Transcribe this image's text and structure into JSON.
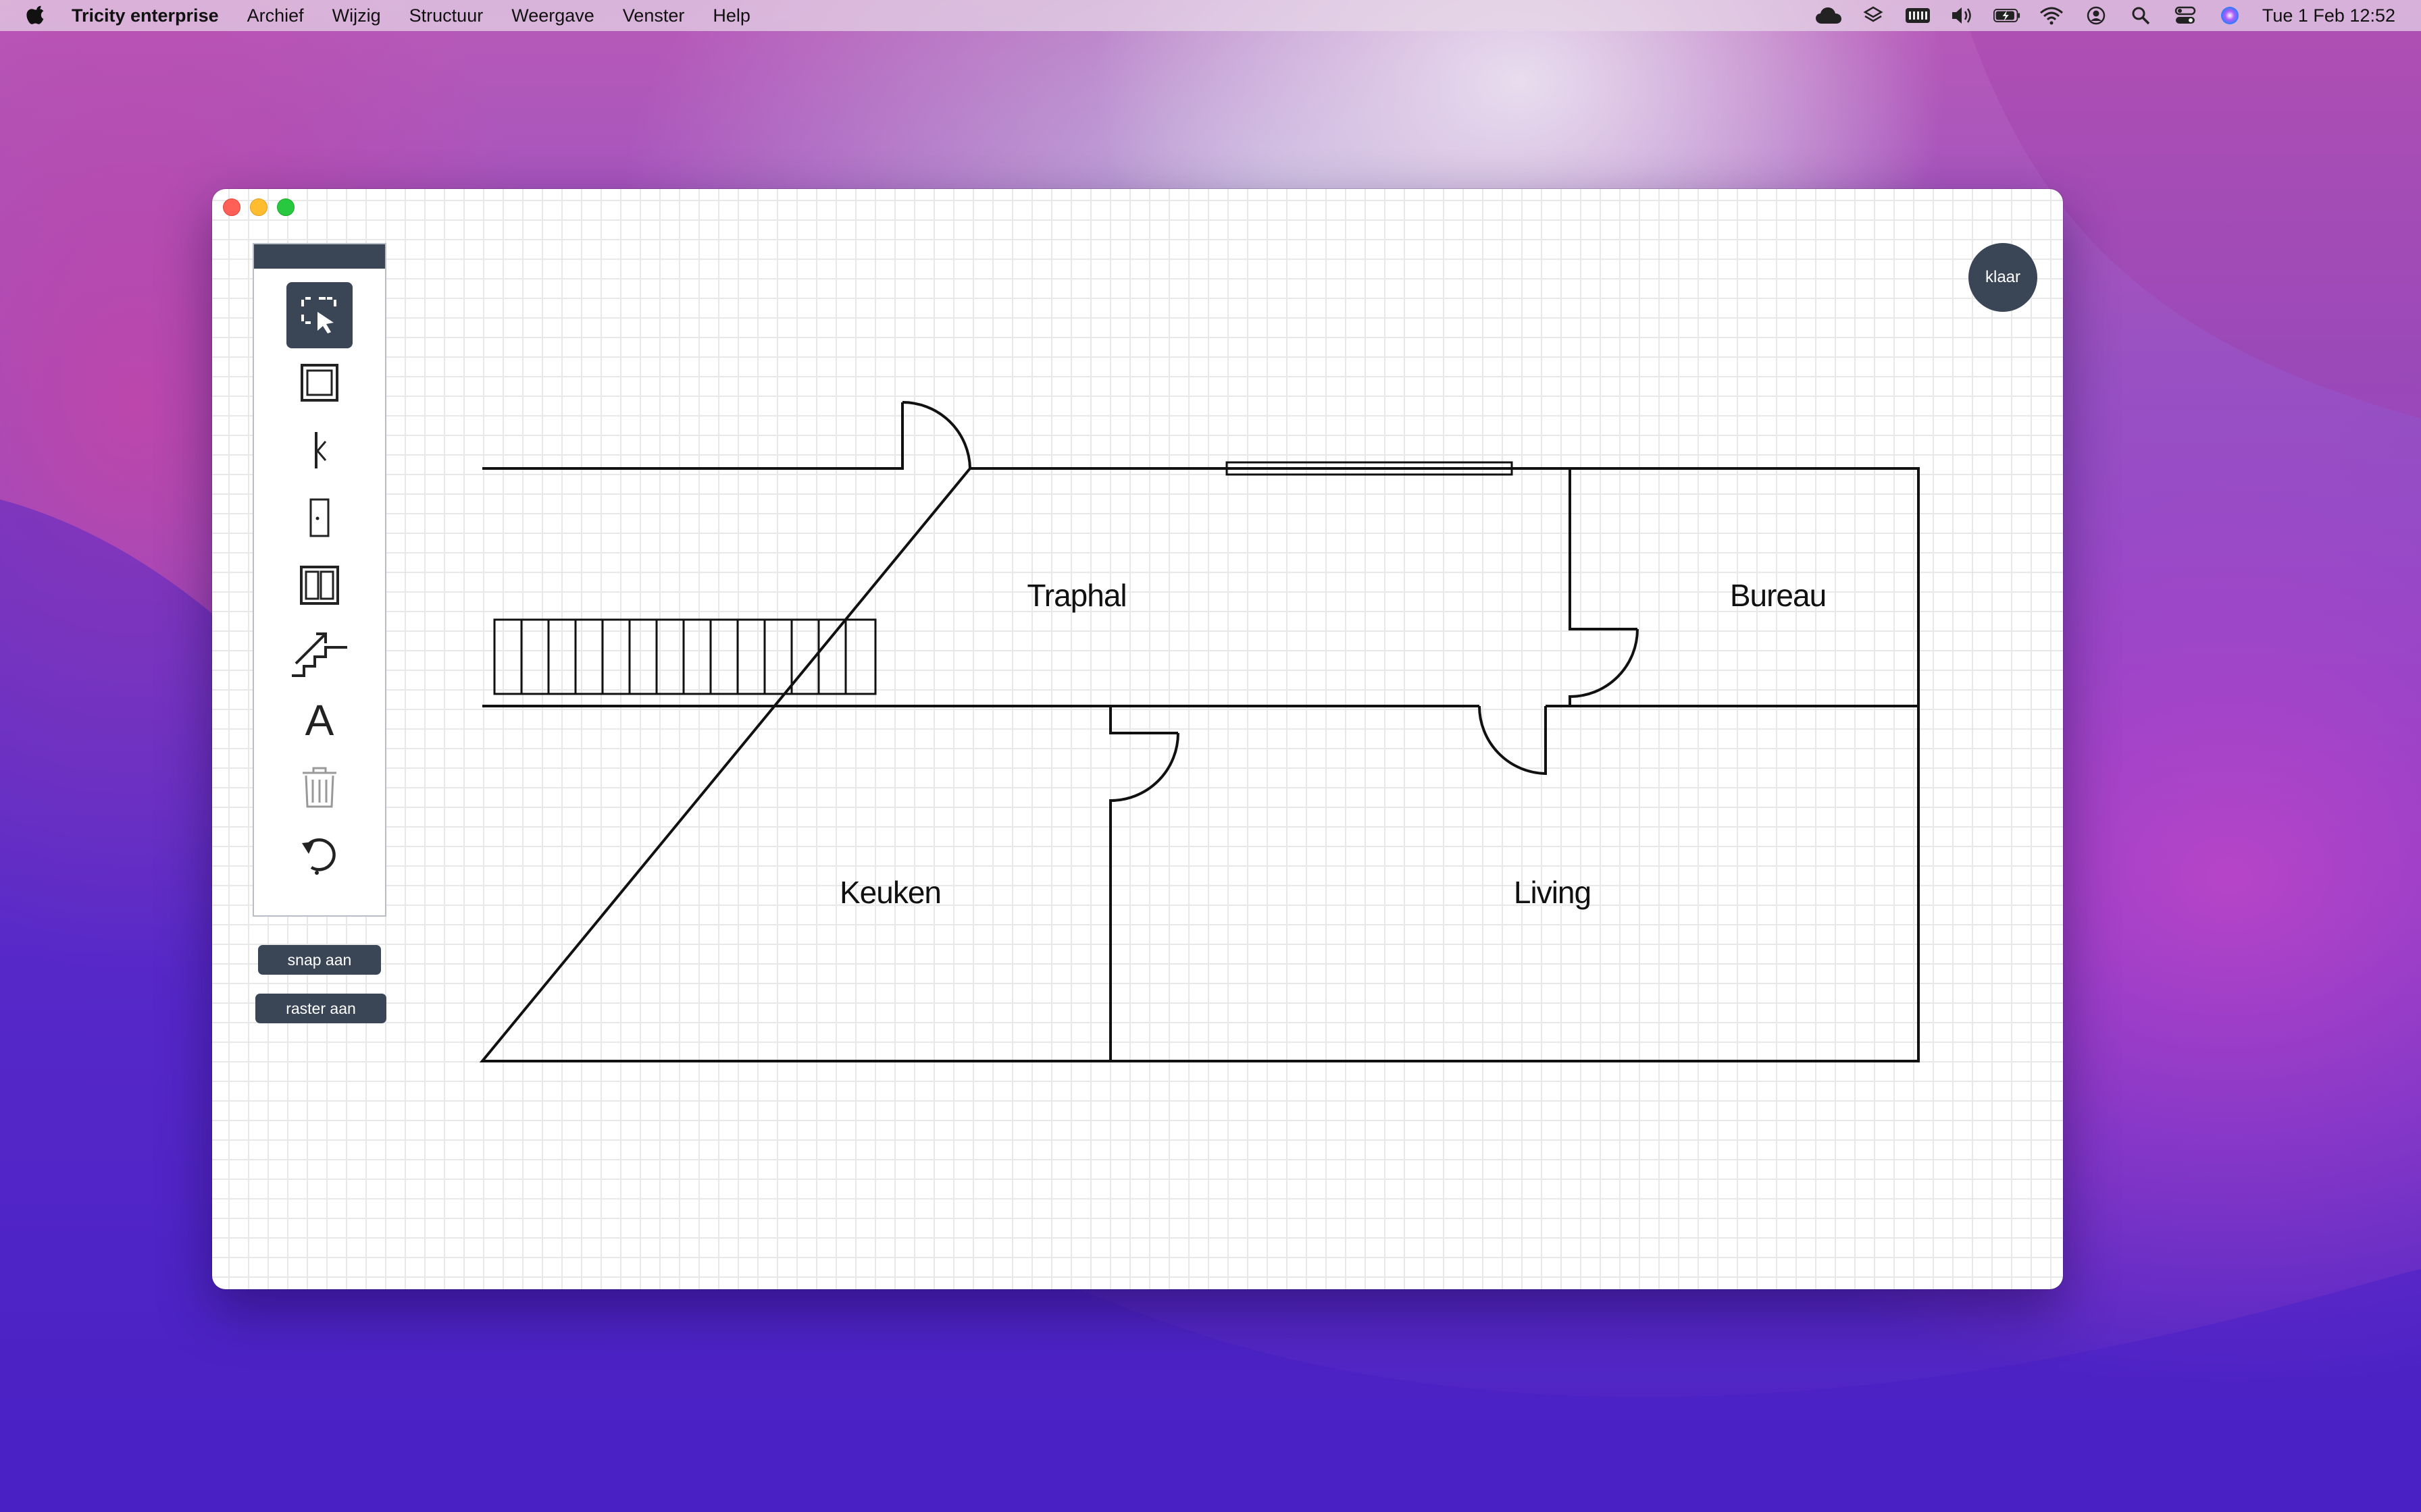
{
  "menubar": {
    "app_name": "Tricity enterprise",
    "menus": [
      "Archief",
      "Wijzig",
      "Structuur",
      "Weergave",
      "Venster",
      "Help"
    ],
    "status_icons": [
      "cloud-icon",
      "layers-icon",
      "keyboard-icon",
      "volume-icon",
      "battery-icon",
      "wifi-icon",
      "user-icon",
      "search-icon",
      "control-center-icon",
      "siri-icon"
    ],
    "clock": "Tue 1 Feb  12:52"
  },
  "toolbar": {
    "tools": [
      "select-tool",
      "room-tool",
      "wall-tool",
      "door-tool",
      "window-tool",
      "stairs-tool",
      "text-tool",
      "delete-tool",
      "undo-tool"
    ],
    "active_tool": "select-tool",
    "text_tool_glyph": "A"
  },
  "buttons": {
    "snap": "snap aan",
    "grid": "raster aan",
    "done": "klaar"
  },
  "rooms": {
    "traphal": "Traphal",
    "bureau": "Bureau",
    "keuken": "Keuken",
    "living": "Living"
  },
  "colors": {
    "accent": "#3a4556",
    "wall": "#111111",
    "grid": "#e8e8e8"
  }
}
